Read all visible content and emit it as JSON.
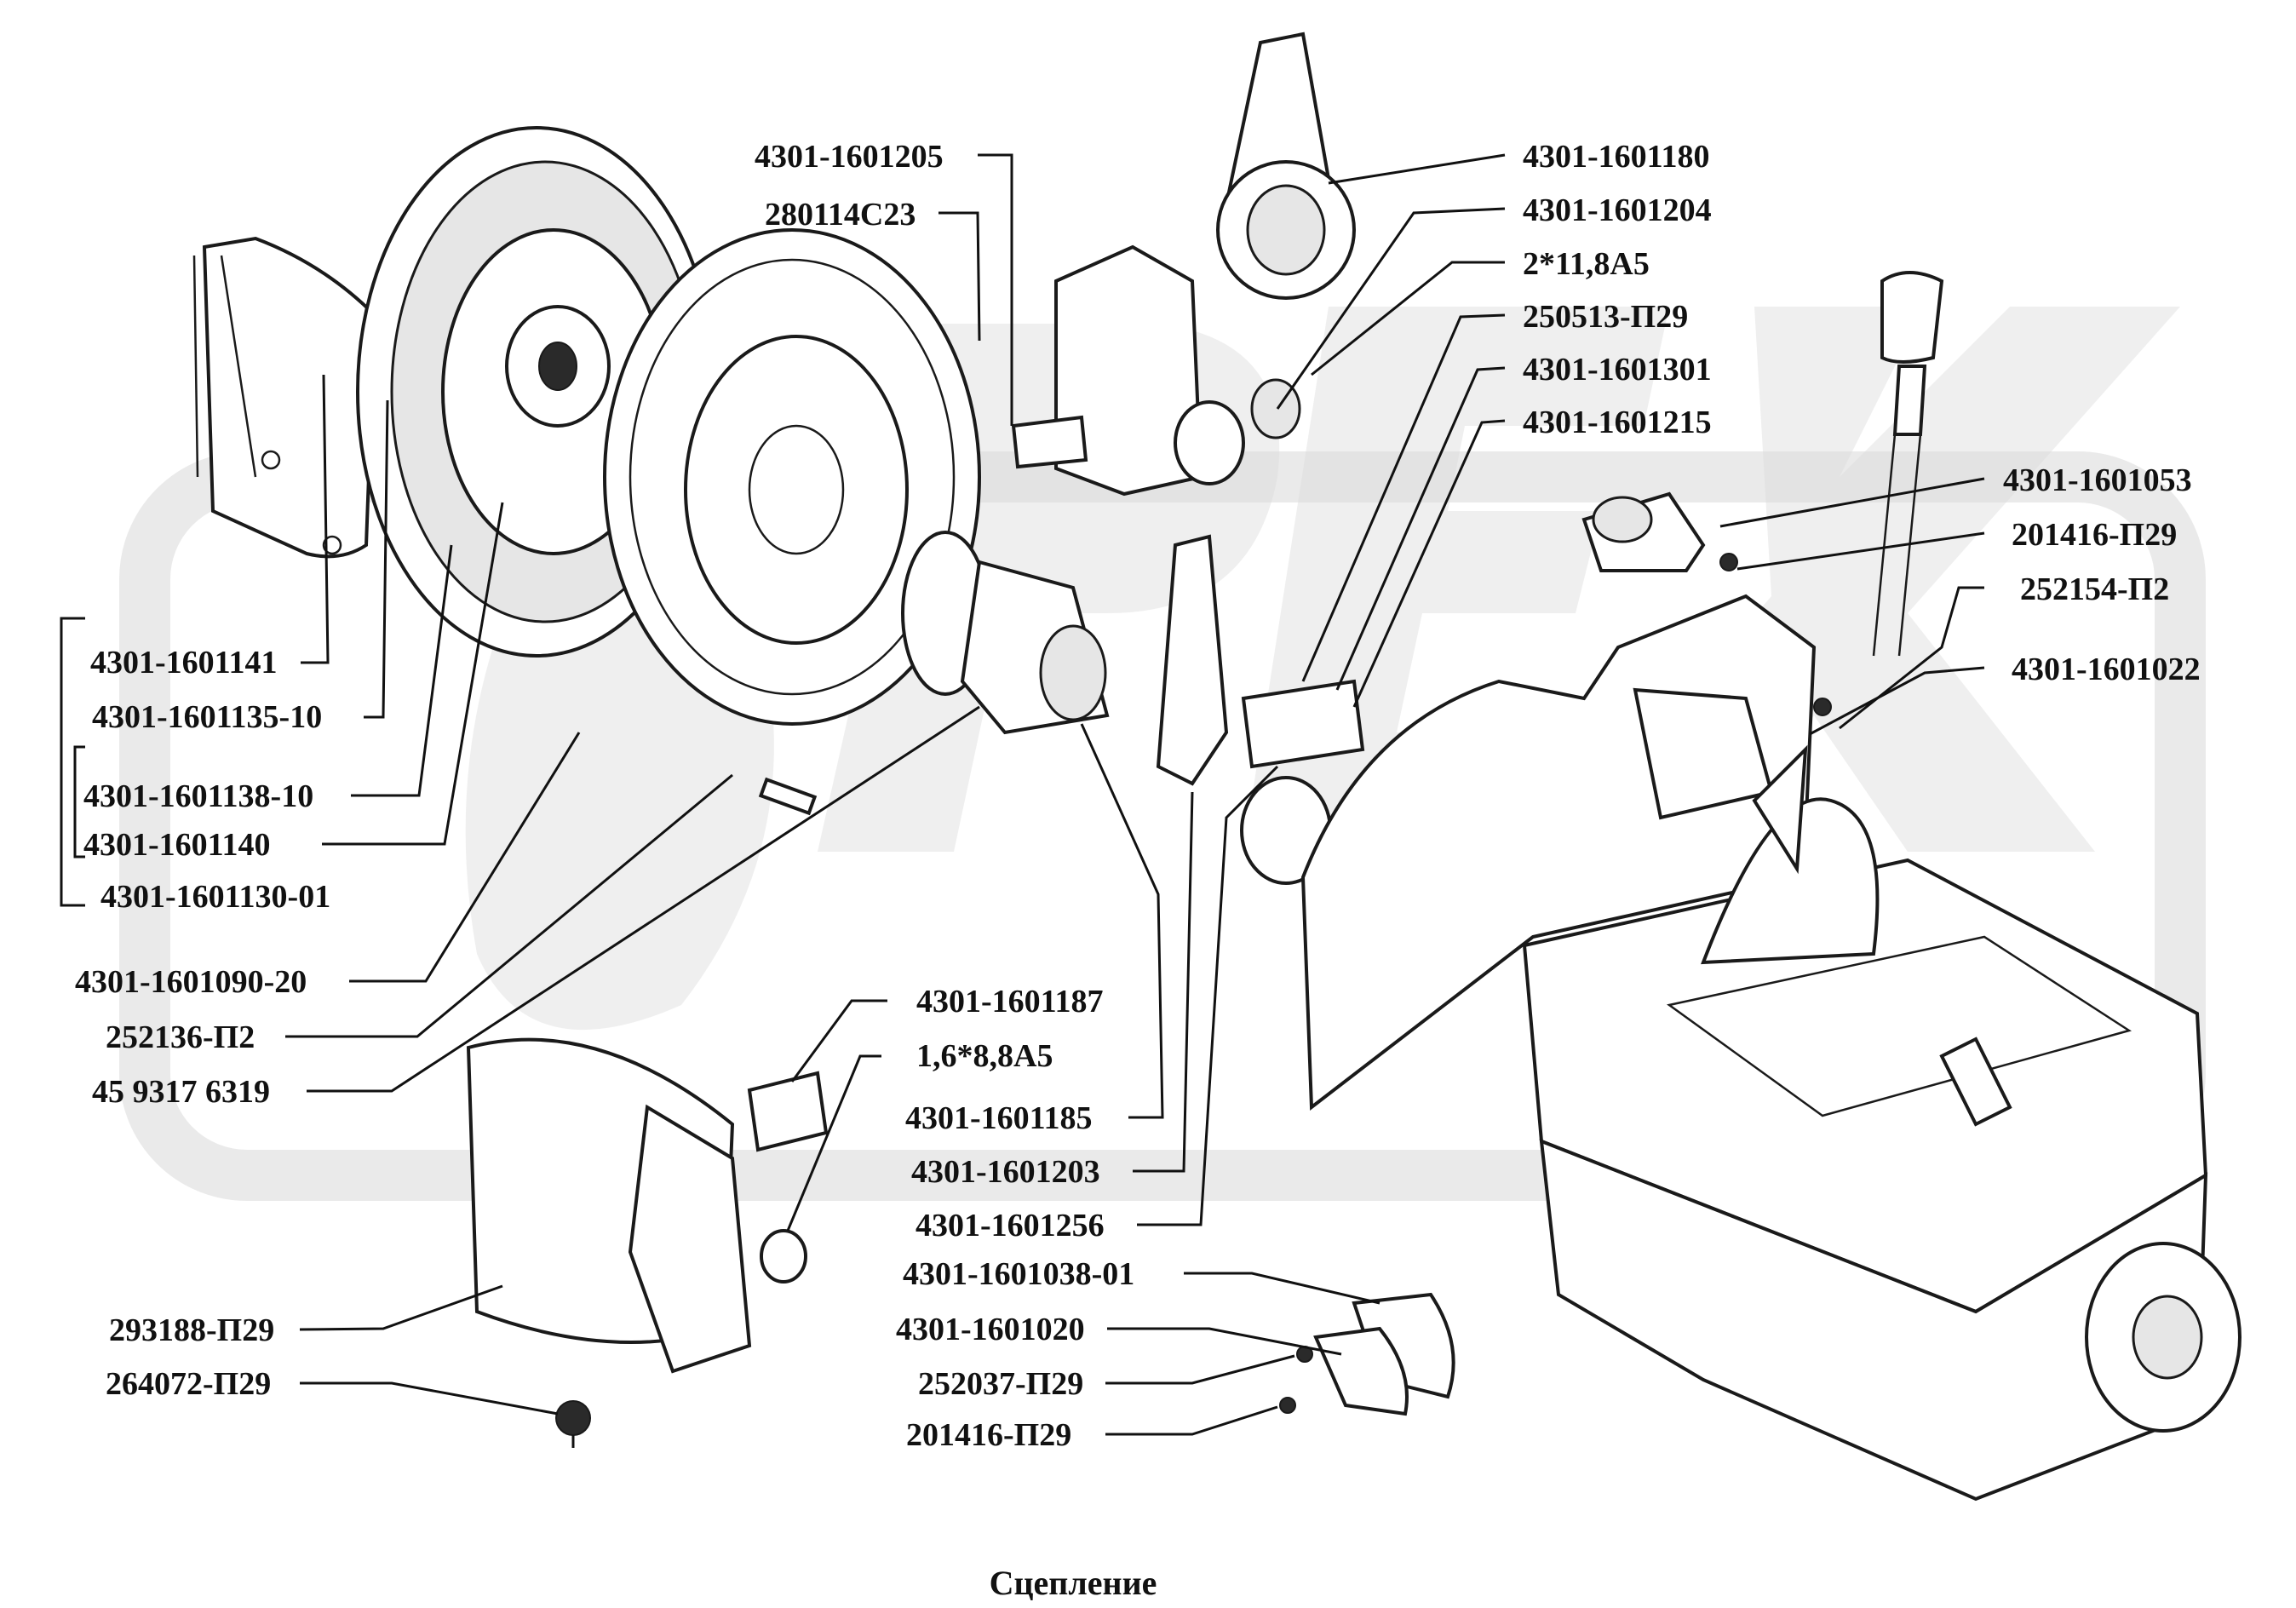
{
  "caption": "Сцепление",
  "labels": {
    "l_1601205": "4301-1601205",
    "l_280114": "280114C23",
    "l_1601180": "4301-1601180",
    "l_1601204": "4301-1601204",
    "l_2x118": "2*11,8A5",
    "l_250513": "250513-П29",
    "l_1601301": "4301-1601301",
    "l_1601215": "4301-1601215",
    "l_1601053": "4301-1601053",
    "l_201416a": "201416-П29",
    "l_252154": "252154-П2",
    "l_1601022": "4301-1601022",
    "l_1601141": "4301-1601141",
    "l_1601135": "4301-1601135-10",
    "l_1601138": "4301-1601138-10",
    "l_1601140": "4301-1601140",
    "l_1601130": "4301-1601130-01",
    "l_1601090": "4301-1601090-20",
    "l_252136": "252136-П2",
    "l_45931": "45 9317 6319",
    "l_1601187": "4301-1601187",
    "l_16x88": "1,6*8,8A5",
    "l_1601185": "4301-1601185",
    "l_1601203": "4301-1601203",
    "l_1601256": "4301-1601256",
    "l_1601038": "4301-1601038-01",
    "l_1601020": "4301-1601020",
    "l_252037": "252037-П29",
    "l_201416b": "201416-П29",
    "l_293188": "293188-П29",
    "l_264072": "264072-П29"
  }
}
